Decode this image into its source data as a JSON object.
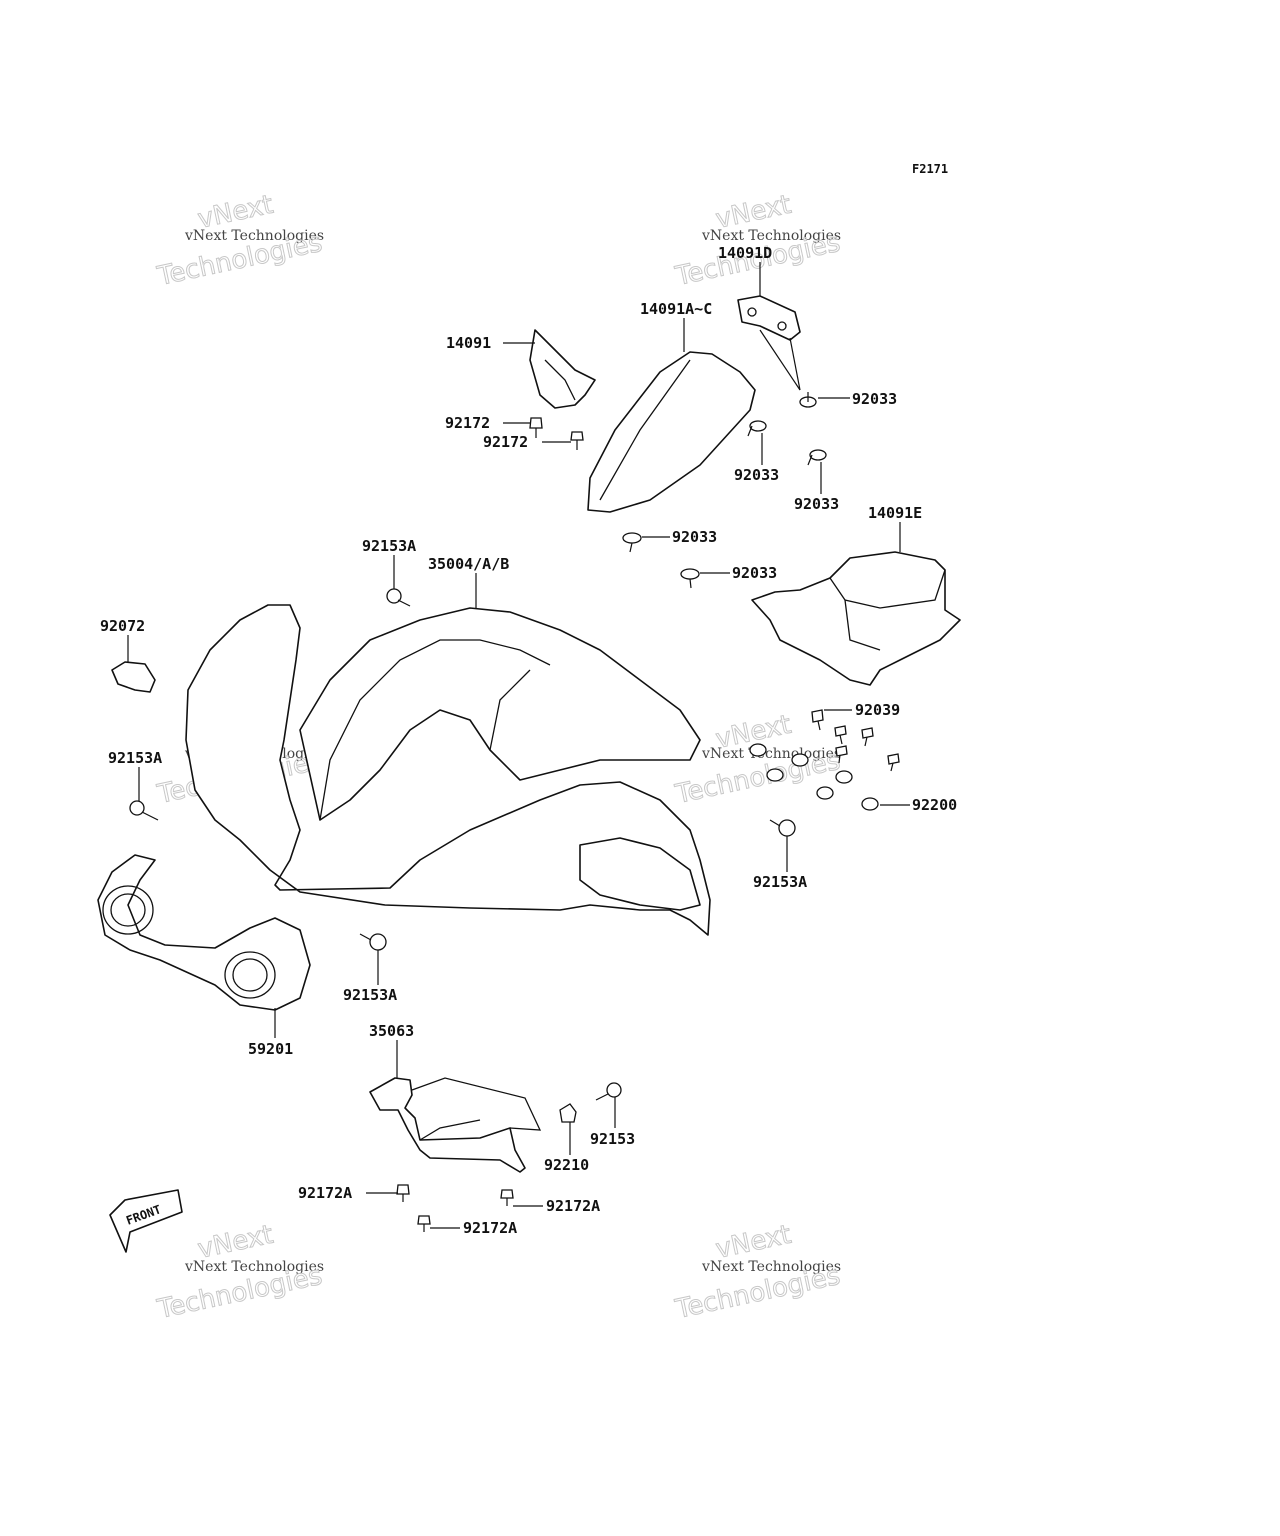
{
  "figure_code": "F2171",
  "front_marker": "FRONT",
  "watermark": {
    "line1": "vNext Technologies",
    "line2": "vNext",
    "line3": "Technologies"
  },
  "callouts": [
    {
      "id": "14091D",
      "text": "14091D"
    },
    {
      "id": "14091A-C",
      "text": "14091A~C"
    },
    {
      "id": "14091",
      "text": "14091"
    },
    {
      "id": "92033-a",
      "text": "92033"
    },
    {
      "id": "92172-a",
      "text": "92172"
    },
    {
      "id": "92172-b",
      "text": "92172"
    },
    {
      "id": "92033-b",
      "text": "92033"
    },
    {
      "id": "92033-c",
      "text": "92033"
    },
    {
      "id": "14091E",
      "text": "14091E"
    },
    {
      "id": "92153A-a",
      "text": "92153A"
    },
    {
      "id": "92033-d",
      "text": "92033"
    },
    {
      "id": "35004",
      "text": "35004/A/B"
    },
    {
      "id": "92033-e",
      "text": "92033"
    },
    {
      "id": "92072",
      "text": "92072"
    },
    {
      "id": "92039",
      "text": "92039"
    },
    {
      "id": "92153A-b",
      "text": "92153A"
    },
    {
      "id": "92200",
      "text": "92200"
    },
    {
      "id": "92153A-c",
      "text": "92153A"
    },
    {
      "id": "92153A-d",
      "text": "92153A"
    },
    {
      "id": "59201",
      "text": "59201"
    },
    {
      "id": "35063",
      "text": "35063"
    },
    {
      "id": "92153",
      "text": "92153"
    },
    {
      "id": "92210",
      "text": "92210"
    },
    {
      "id": "92172A-a",
      "text": "92172A"
    },
    {
      "id": "92172A-b",
      "text": "92172A"
    },
    {
      "id": "92172A-c",
      "text": "92172A"
    }
  ]
}
